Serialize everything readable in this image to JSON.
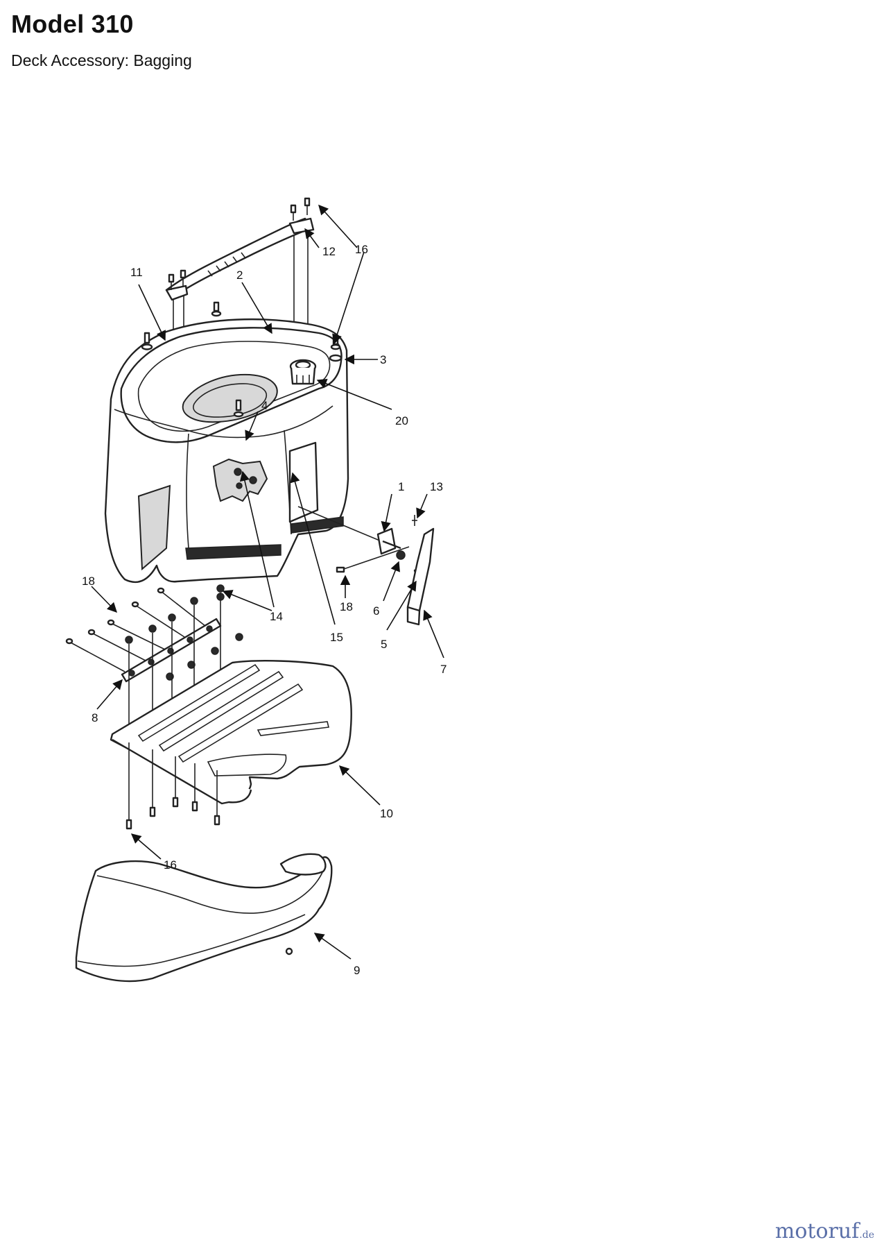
{
  "header": {
    "title": "Model 310",
    "subtitle": "Deck Accessory: Bagging"
  },
  "callouts": {
    "c1": "1",
    "c2": "2",
    "c3": "3",
    "c4": "4",
    "c5": "5",
    "c6": "6",
    "c7": "7",
    "c8": "8",
    "c9": "9",
    "c10": "10",
    "c11": "11",
    "c12": "12",
    "c13": "13",
    "c14": "14",
    "c15": "15",
    "c16a": "16",
    "c16b": "16",
    "c18a": "18",
    "c18b": "18",
    "c20": "20"
  },
  "watermark": {
    "brand": "motoruf",
    "tld": ".de"
  }
}
